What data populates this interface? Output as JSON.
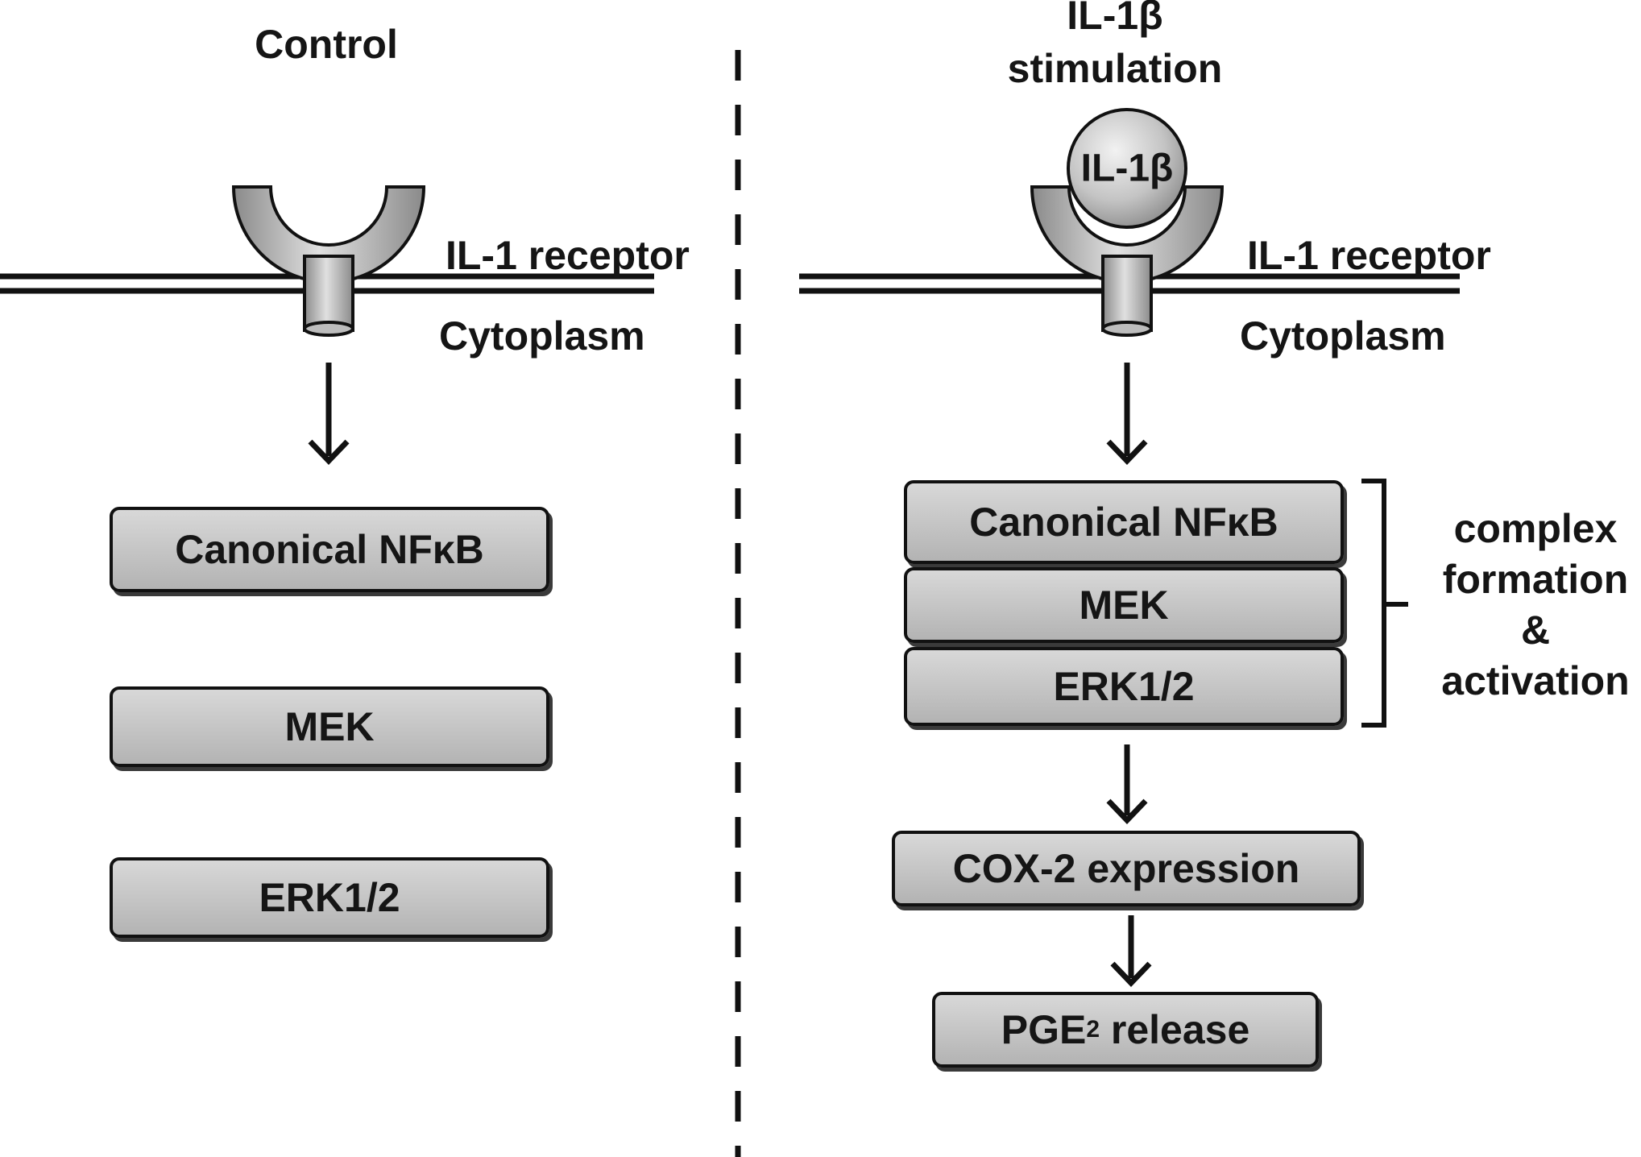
{
  "control": {
    "title": "Control",
    "receptor_label": "IL-1 receptor",
    "cytoplasm_label": "Cytoplasm",
    "boxes": [
      "Canonical NFκB",
      "MEK",
      "ERK1/2"
    ]
  },
  "stim": {
    "title_line1": "IL-1β",
    "title_line2": "stimulation",
    "ligand_label": "IL-1β",
    "receptor_label": "IL-1 receptor",
    "cytoplasm_label": "Cytoplasm",
    "complex_boxes": [
      "Canonical NFκB",
      "MEK",
      "ERK1/2"
    ],
    "bracket_label": [
      "complex",
      "formation",
      "&",
      "activation"
    ],
    "cox_label": "COX-2 expression",
    "pge": {
      "prefix": "PGE",
      "subscript": "2",
      "suffix": " release"
    }
  }
}
